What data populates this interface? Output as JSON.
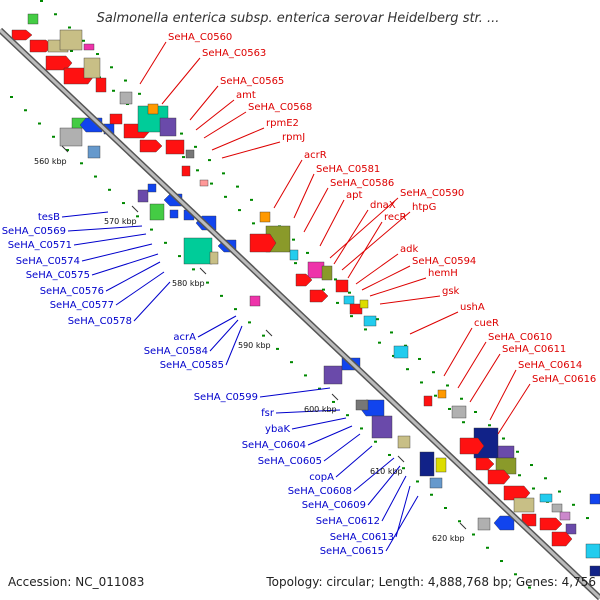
{
  "title": "Salmonella enterica subsp. enterica serovar Heidelberg str. ...",
  "footer": {
    "accession": "Accession: NC_011083",
    "summary": "Topology: circular; Length: 4,888,768 bp; Genes: 4,756"
  },
  "colors": {
    "backbone": "#888888",
    "forward_label": "#dd0000",
    "reverse_label": "#0000cc",
    "tick": "#008800"
  },
  "kbp_markers": [
    "560 kbp",
    "570 kbp",
    "580 kbp",
    "590 kbp",
    "600 kbp",
    "610 kbp",
    "620 kbp"
  ],
  "forward_genes": [
    "SeHA_C0560",
    "SeHA_C0563",
    "SeHA_C0565",
    "amt",
    "SeHA_C0568",
    "rpmE2",
    "rpmJ",
    "acrR",
    "SeHA_C0581",
    "SeHA_C0586",
    "apt",
    "SeHA_C0590",
    "dnaX",
    "htpG",
    "recR",
    "adk",
    "SeHA_C0594",
    "hemH",
    "gsk",
    "ushA",
    "cueR",
    "SeHA_C0610",
    "SeHA_C0611",
    "SeHA_C0614",
    "SeHA_C0616"
  ],
  "reverse_genes": [
    "tesB",
    "SeHA_C0569",
    "SeHA_C0571",
    "SeHA_C0574",
    "SeHA_C0575",
    "SeHA_C0576",
    "SeHA_C0577",
    "SeHA_C0578",
    "acrA",
    "SeHA_C0584",
    "SeHA_C0585",
    "SeHA_C0599",
    "fsr",
    "ybaK",
    "SeHA_C0604",
    "SeHA_C0605",
    "copA",
    "SeHA_C0608",
    "SeHA_C0609",
    "SeHA_C0612",
    "SeHA_C0613",
    "SeHA_C0615"
  ]
}
